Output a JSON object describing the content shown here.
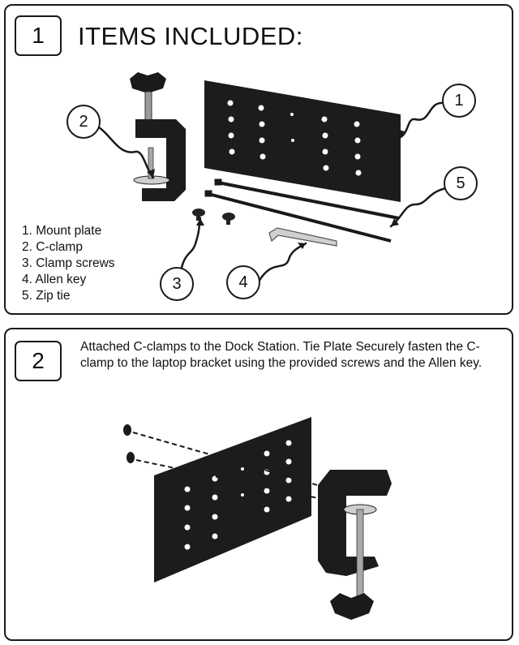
{
  "step1": {
    "number": "1",
    "title": "ITEMS INCLUDED:",
    "legend": [
      "1. Mount plate",
      "2. C-clamp",
      "3. Clamp screws",
      "4. Allen key",
      "5. Zip tie"
    ],
    "callouts": [
      "1",
      "2",
      "3",
      "4",
      "5"
    ]
  },
  "step2": {
    "number": "2",
    "description": "Attached C-clamps to the Dock Station. Tie Plate Securely fasten the C-clamp to the laptop bracket using the provided screws and the Allen key."
  }
}
